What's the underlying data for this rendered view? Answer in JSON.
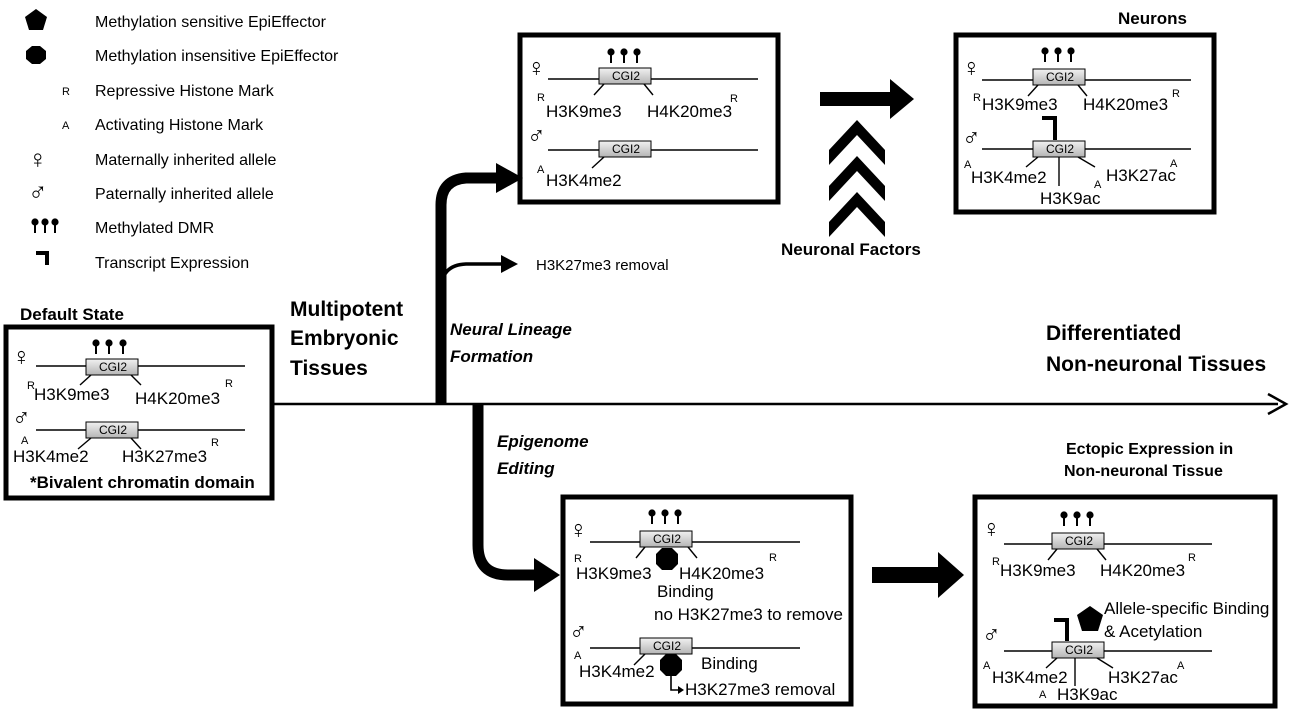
{
  "legend": {
    "items": [
      {
        "icon": "pentagon-icon",
        "label": "Methylation sensitive EpiEffector"
      },
      {
        "icon": "octagon-icon",
        "label": "Methylation insensitive EpiEffector"
      },
      {
        "icon": "R",
        "label": "Repressive Histone Mark"
      },
      {
        "icon": "A",
        "label": "Activating Histone Mark"
      },
      {
        "icon": "female-symbol-icon",
        "label": "Maternally inherited allele"
      },
      {
        "icon": "male-symbol-icon",
        "label": "Paternally inherited allele"
      },
      {
        "icon": "lollipop-icon",
        "label": "Methylated DMR"
      },
      {
        "icon": "bent-arrow-icon",
        "label": "Transcript Expression"
      }
    ]
  },
  "symbols": {
    "female": "♀",
    "male": "♂",
    "repressive": "R",
    "activating": "A",
    "cgi": "CGI2"
  },
  "stages": {
    "default_state": "Default State",
    "multipotent": [
      "Multipotent",
      "Embryonic",
      "Tissues"
    ],
    "neural_lineage": [
      "Neural Lineage",
      "Formation"
    ],
    "epigenome_editing": [
      "Epigenome",
      "Editing"
    ],
    "differentiated": [
      "Differentiated",
      "Non-neuronal Tissues"
    ],
    "neurons": "Neurons",
    "neuronal_factors": "Neuronal Factors",
    "ectopic": [
      "Ectopic Expression in",
      "Non-neuronal Tissue"
    ],
    "h3k27me3_removal": "H3K27me3 removal"
  },
  "marks": {
    "h3k9me3": "H3K9me3",
    "h4k20me3": "H4K20me3",
    "h3k4me2": "H3K4me2",
    "h3k27me3": "H3K27me3",
    "h3k27ac": "H3K27ac",
    "h3k9ac": "H3K9ac"
  },
  "boxes": {
    "default_note": "*Bivalent chromatin domain",
    "binding": "Binding",
    "no_removal": "no H3K27me3 to remove",
    "removal": "H3K27me3 removal",
    "allele_binding": [
      "Allele-specific Binding",
      "& Acetylation"
    ]
  }
}
